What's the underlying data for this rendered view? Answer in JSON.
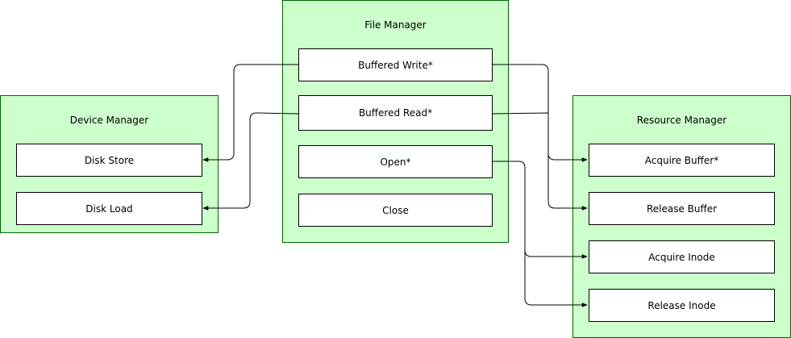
{
  "colors": {
    "group_fill": "#ccffcc",
    "group_border": "#006600",
    "box_fill": "#ffffff",
    "box_border": "#000000",
    "edge": "#000000"
  },
  "device_manager": {
    "title": "Device Manager",
    "items": [
      "Disk Store",
      "Disk Load"
    ]
  },
  "file_manager": {
    "title": "File Manager",
    "items": [
      "Buffered Write*",
      "Buffered Read*",
      "Open*",
      "Close"
    ]
  },
  "resource_manager": {
    "title": "Resource Manager",
    "items": [
      "Acquire Buffer*",
      "Release Buffer",
      "Acquire Inode",
      "Release Inode"
    ]
  }
}
